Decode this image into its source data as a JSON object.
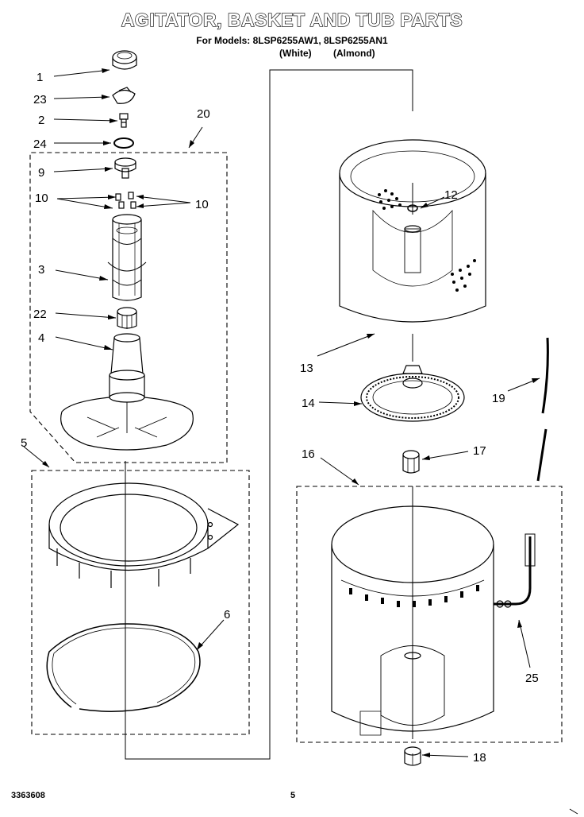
{
  "header": {
    "title": "AGITATOR, BASKET AND TUB PARTS",
    "models_line": "For Models: 8LSP6255AW1, 8LSP6255AN1",
    "color_white": "(White)",
    "color_almond": "(Almond)"
  },
  "footer": {
    "doc_number": "3363608",
    "page_number": "5"
  },
  "callouts": [
    "1",
    "23",
    "2",
    "24",
    "20",
    "9",
    "10",
    "10",
    "3",
    "22",
    "4",
    "5",
    "6",
    "12",
    "13",
    "14",
    "19",
    "16",
    "17",
    "25",
    "18"
  ]
}
